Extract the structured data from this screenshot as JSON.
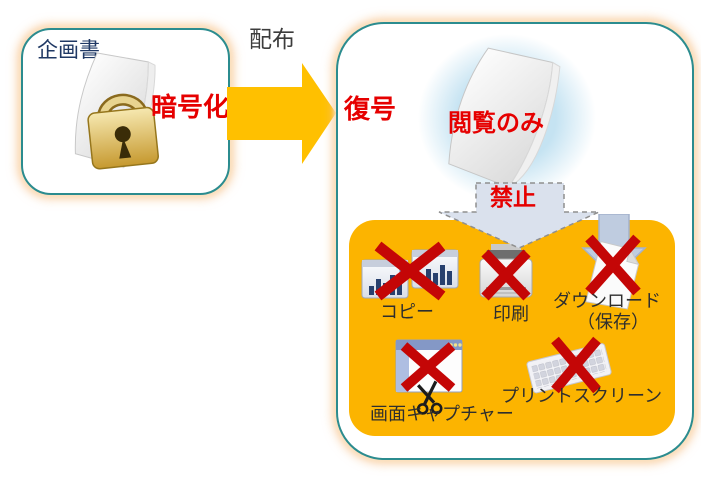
{
  "source_box": {
    "title": "企画書",
    "process": "暗号化"
  },
  "arrow": {
    "label": "配布"
  },
  "dest_box": {
    "process": "復号",
    "permission": "閲覧のみ",
    "ban": "禁止",
    "restrictions": [
      {
        "label": "コピー"
      },
      {
        "label": "印刷"
      },
      {
        "label": "ダウンロード",
        "sublabel": "（保存）"
      },
      {
        "label": "画面キャプチャー"
      },
      {
        "label": "プリントスクリーン"
      }
    ]
  },
  "colors": {
    "border_teal": "#2b8c8f",
    "arrow_gold": "#ffc000",
    "panel_gold": "#fcb400",
    "alert_red": "#e60000",
    "x_red": "#c40606",
    "title_navy": "#1f3864",
    "callout_blue": "#dae1ed"
  }
}
